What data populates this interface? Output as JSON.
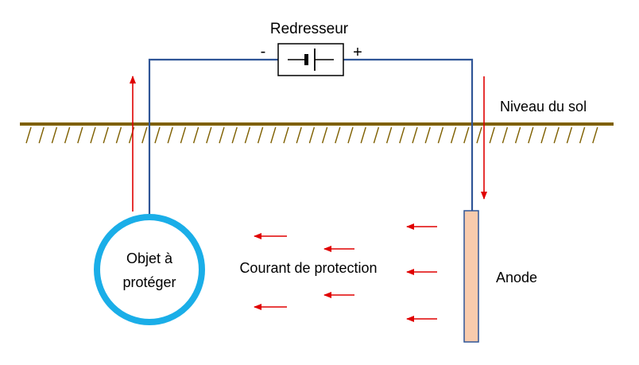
{
  "labels": {
    "rectifier": "Redresseur",
    "minus": "-",
    "plus": "+",
    "ground_level": "Niveau du sol",
    "object_line1": "Objet à",
    "object_line2": "protéger",
    "current": "Courant de protection",
    "anode": "Anode"
  },
  "colors": {
    "wire": "#2f5597",
    "ground": "#7f6000",
    "arrow": "#e00000",
    "pipe_ring": "#1aaee8",
    "anode_fill": "#f8cbad",
    "anode_stroke": "#2f5597",
    "rectifier_stroke": "#000000"
  }
}
